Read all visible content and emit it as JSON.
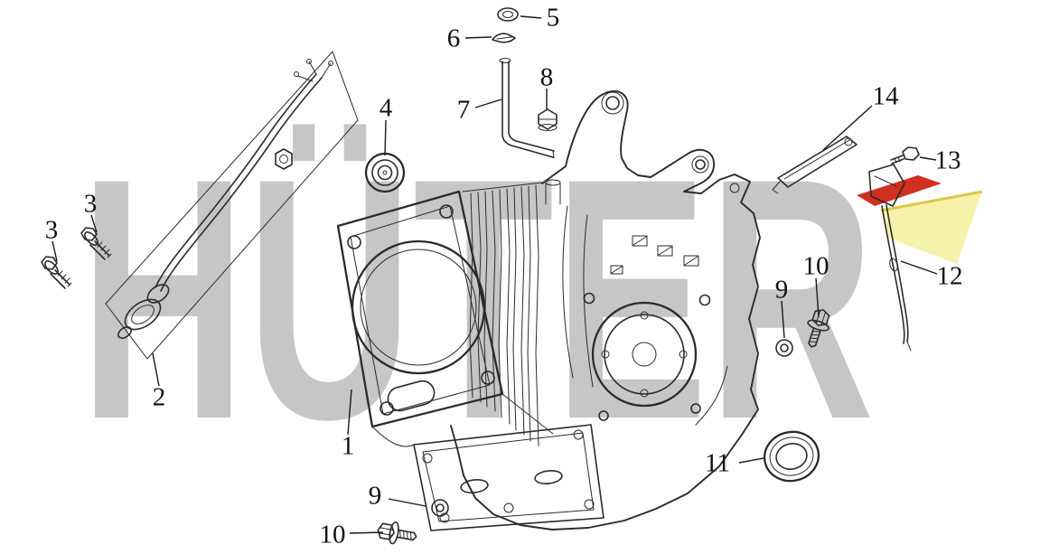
{
  "watermark": {
    "text": "HÜTER",
    "color": "#c6c6c6"
  },
  "logo": {
    "red": "#d0301f",
    "yellow_fill": "#f7f2ab",
    "yellow_edge": "#ddc94b"
  },
  "callouts": [
    {
      "id": "1",
      "label": "1"
    },
    {
      "id": "2",
      "label": "2"
    },
    {
      "id": "3-upper",
      "label": "3"
    },
    {
      "id": "3-lower",
      "label": "3"
    },
    {
      "id": "4",
      "label": "4"
    },
    {
      "id": "5",
      "label": "5"
    },
    {
      "id": "6",
      "label": "6"
    },
    {
      "id": "7",
      "label": "7"
    },
    {
      "id": "8",
      "label": "8"
    },
    {
      "id": "9-right",
      "label": "9"
    },
    {
      "id": "9-bottom",
      "label": "9"
    },
    {
      "id": "10-right",
      "label": "10"
    },
    {
      "id": "10-bottom",
      "label": "10"
    },
    {
      "id": "11",
      "label": "11"
    },
    {
      "id": "12",
      "label": "12"
    },
    {
      "id": "13",
      "label": "13"
    },
    {
      "id": "14",
      "label": "14"
    }
  ]
}
